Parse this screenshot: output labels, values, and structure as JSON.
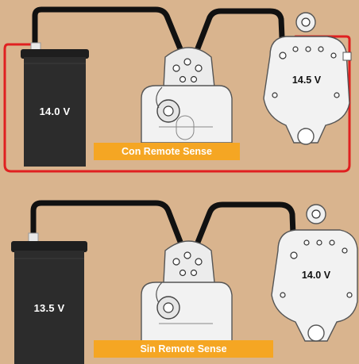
{
  "top": {
    "battery_voltage": "14.0 V",
    "alternator_voltage": "14.5 V",
    "caption": "Con Remote Sense"
  },
  "bottom": {
    "battery_voltage": "13.5 V",
    "alternator_voltage": "14.0 V",
    "caption": "Sin Remote Sense"
  },
  "colors": {
    "background": "#d9b48e",
    "battery": "#2a2a2a",
    "cable": "#111111",
    "sense_wire": "#e02020",
    "banner": "#f5a623"
  }
}
